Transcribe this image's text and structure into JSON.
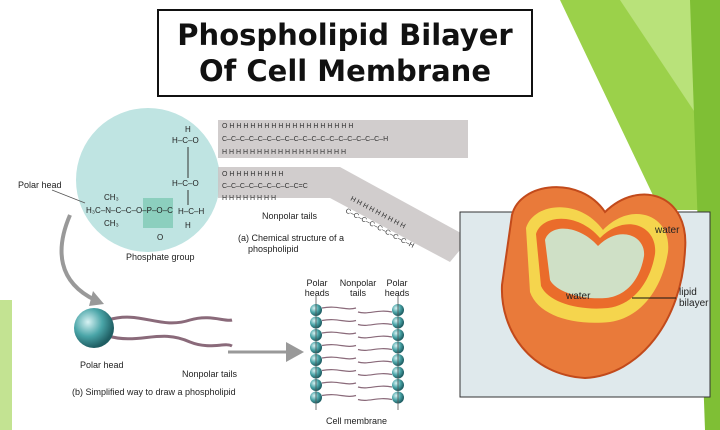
{
  "title": {
    "line1": "Phospholipid Bilayer",
    "line2": "Of Cell Membrane"
  },
  "chem": {
    "polar_head": "Polar head",
    "phosphate_group": "Phosphate group",
    "nonpolar_tails": "Nonpolar tails",
    "caption_line1": "(a) Chemical structure of a",
    "caption_line2": "phospholipid"
  },
  "simplified": {
    "polar_head": "Polar head",
    "nonpolar_tails": "Nonpolar tails",
    "caption": "(b) Simplified way to draw a phospholipid"
  },
  "membrane": {
    "polar_heads_left_1": "Polar",
    "polar_heads_left_2": "heads",
    "nonpolar_tails_1": "Nonpolar",
    "nonpolar_tails_2": "tails",
    "polar_heads_right_1": "Polar",
    "polar_heads_right_2": "heads",
    "caption": "Cell membrane"
  },
  "vesicle": {
    "water_outside": "water",
    "water_inside": "water",
    "lipid_1": "lipid",
    "lipid_2": "bilayer"
  },
  "colors": {
    "accent_green": "#8cc63f",
    "head_blue": "#4aa5a8",
    "halo": "#bfe4e2",
    "vesicle_orange": "#e8652a",
    "vesicle_yellow": "#f3d44a"
  }
}
